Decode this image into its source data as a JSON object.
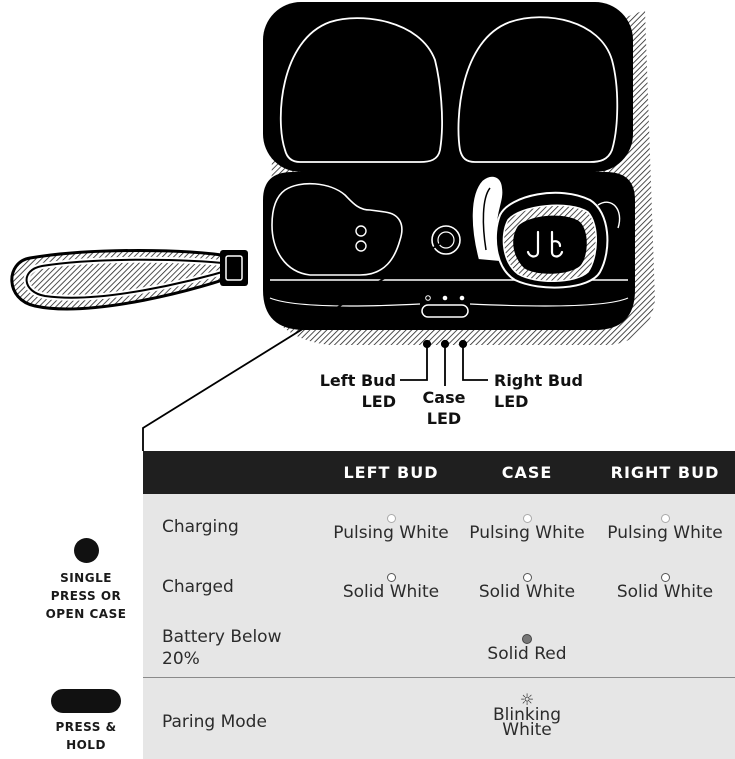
{
  "led_labels": {
    "left_bud_line1": "Left Bud",
    "left_bud_line2": "LED",
    "case_line1": "Case",
    "case_line2": "LED",
    "right_bud_line1": "Right Bud",
    "right_bud_line2": "LED"
  },
  "table": {
    "headers": {
      "left_bud": "LEFT BUD",
      "case": "CASE",
      "right_bud": "RIGHT BUD"
    },
    "rows": [
      {
        "label_line1": "Charging",
        "label_line2": "",
        "left": "Pulsing White",
        "case": "Pulsing White",
        "right": "Pulsing White"
      },
      {
        "label_line1": "Charged",
        "label_line2": "",
        "left": "Solid White",
        "case": "Solid White",
        "right": "Solid White"
      },
      {
        "label_line1": "Battery Below",
        "label_line2": "20%",
        "left": "",
        "case": "Solid Red",
        "right": ""
      },
      {
        "label_line1": "Paring Mode",
        "label_line2": "",
        "left": "",
        "case_line1": "Blinking",
        "case_line2": "White",
        "right": ""
      }
    ]
  },
  "side_buttons": {
    "single": {
      "line1": "SINGLE",
      "line2": "PRESS OR",
      "line3": "OPEN CASE"
    },
    "hold": {
      "line1": "PRESS &",
      "line2": "HOLD"
    }
  },
  "colors": {
    "header_bg": "#1f1f1f",
    "table_bg": "#e6e6e6",
    "case_black": "#000000",
    "led_red": "#777777"
  },
  "icons": [
    "earbud-case-illustration",
    "jaybird-logo-icon",
    "led-white-icon",
    "led-red-icon",
    "blinking-led-icon",
    "round-button-icon",
    "oval-button-icon"
  ]
}
